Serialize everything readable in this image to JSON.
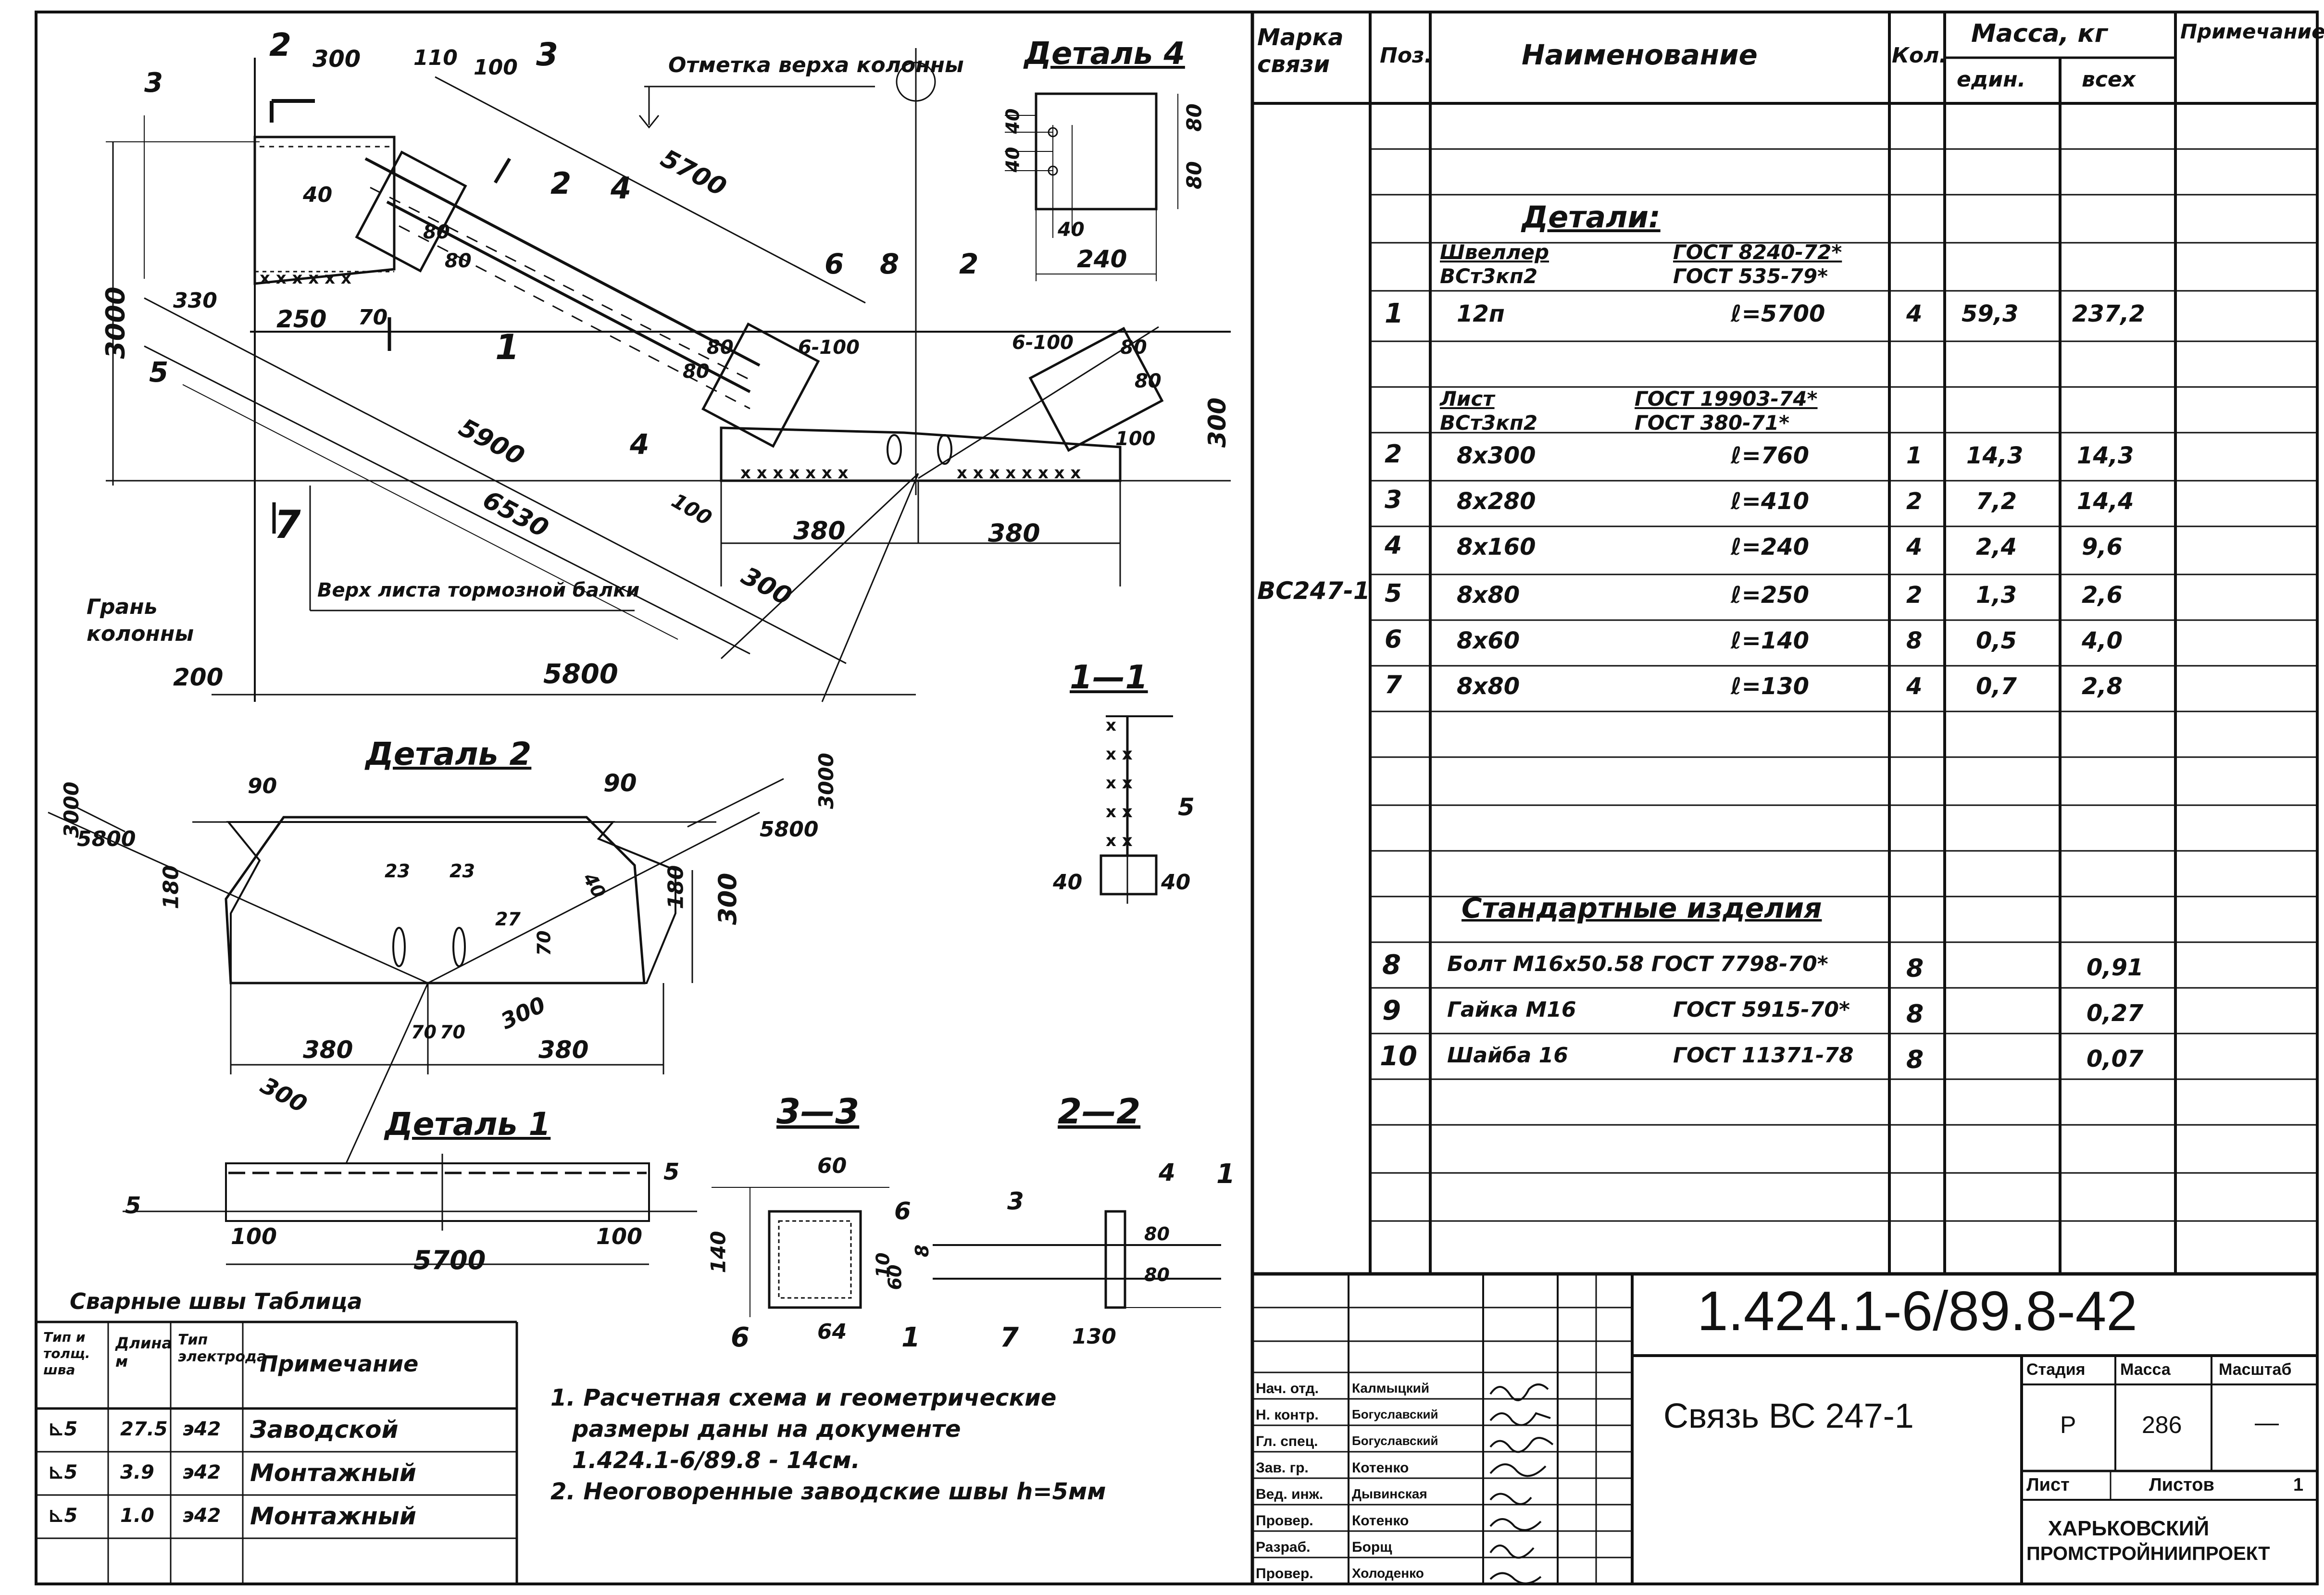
{
  "drawing": {
    "main_view": {
      "callouts": {
        "c3": "3",
        "c21": "2",
        "c13": "3",
        "c12": "2",
        "c4": "4",
        "c6": "6",
        "c8": "8",
        "c2": "2",
        "c5": "5",
        "c1": "1",
        "c4b": "4",
        "c1b": "1",
        "c7": "7"
      },
      "dims": {
        "d300": "300",
        "d110": "110",
        "d100": "100",
        "d5700": "5700",
        "d3000": "3000",
        "d330": "330",
        "d250": "250",
        "d70": "70",
        "d40": "40",
        "d80a": "80",
        "d80b": "80",
        "d80c": "80",
        "d80d": "80",
        "d5900": "5900",
        "d6530": "6530",
        "d300b": "300",
        "d380a": "380",
        "d380b": "380",
        "d100b": "100",
        "d5800": "5800",
        "d200": "200",
        "d6100": "6-100",
        "d6100b": "6-100",
        "d300c": "300",
        "d80e": "80",
        "d80f": "80",
        "d100c": "100"
      },
      "labels": {
        "top_of_column": "Отметка верха колонны",
        "column_face": "Грань колонны",
        "brake_beam": "Верх листа тормозной балки"
      }
    },
    "detail4": {
      "title": "Деталь 4",
      "d40a": "40",
      "d40b": "40",
      "d40c": "40",
      "d80a": "80",
      "d80b": "80",
      "d240": "240"
    },
    "detail2": {
      "title": "Деталь 2",
      "d90a": "90",
      "d90b": "90",
      "d3000a": "3000",
      "d3000b": "3000",
      "d5800a": "5800",
      "d5800b": "5800",
      "d180a": "180",
      "d180b": "180",
      "d300": "300",
      "d23a": "23",
      "d23b": "23",
      "d27": "27",
      "d40": "40",
      "d70": "70",
      "d70a": "70",
      "d70b": "70",
      "d300b": "300",
      "d380a": "380",
      "d380b": "380",
      "d300c": "300"
    },
    "section11": {
      "title": "1—1",
      "d40a": "40",
      "d40b": "40",
      "c5": "5"
    },
    "detail1": {
      "title": "Деталь 1",
      "d5a": "5",
      "d5b": "5",
      "d100a": "100",
      "d100b": "100",
      "d5700": "5700"
    },
    "section33": {
      "title": "3—3",
      "d60": "60",
      "d140": "140",
      "d10": "10",
      "d60b": "60",
      "d8": "8",
      "d64": "64",
      "c6a": "6",
      "c6b": "6",
      "c1": "1"
    },
    "section22": {
      "title": "2—2",
      "c3": "3",
      "c4": "4",
      "c1": "1",
      "c7": "7",
      "d80a": "80",
      "d80b": "80",
      "d130": "130"
    }
  },
  "welds": {
    "title": "Сварные швы     Таблица",
    "headers": [
      "Тип и толщ. шва",
      "Длина м",
      "Тип электрода",
      "Примечание"
    ],
    "rows": [
      {
        "type": "⊾5",
        "len": "27.5",
        "el": "э42",
        "note": "Заводской"
      },
      {
        "type": "⊾5",
        "len": "3.9",
        "el": "э42",
        "note": "Монтажный"
      },
      {
        "type": "⊾5",
        "len": "1.0",
        "el": "э42",
        "note": "Монтажный"
      }
    ]
  },
  "notes": [
    "1. Расчетная схема и геометрические",
    "размеры даны на документе",
    "1.424.1-6/89.8 - 14см.",
    "2. Неоговоренные заводские швы h=5мм"
  ],
  "spec": {
    "headers": {
      "mark": "Марка связи",
      "pos": "Поз.",
      "name": "Наименование",
      "qty": "Кол.",
      "mass": "Масса, кг",
      "unit": "един.",
      "all": "всех",
      "note": "Примечание"
    },
    "mark": "ВС247-1",
    "details_heading": "Детали:",
    "channel_a": "Швеллер",
    "channel_a_std": "ГОСТ 8240-72*",
    "channel_b": "ВСт3кп2",
    "channel_b_std": "ГОСТ 535-79*",
    "sheet_a": "Лист",
    "sheet_a_std": "ГОСТ 19903-74*",
    "sheet_b": "ВСт3кп2",
    "sheet_b_std": "ГОСТ 380-71*",
    "std_heading": "Стандартные изделия",
    "rows": [
      {
        "pos": "1",
        "name": "12п",
        "len": "ℓ=5700",
        "qty": "4",
        "unit": "59,3",
        "all": "237,2"
      },
      {
        "pos": "2",
        "name": "8х300",
        "len": "ℓ=760",
        "qty": "1",
        "unit": "14,3",
        "all": "14,3"
      },
      {
        "pos": "3",
        "name": "8х280",
        "len": "ℓ=410",
        "qty": "2",
        "unit": "7,2",
        "all": "14,4"
      },
      {
        "pos": "4",
        "name": "8х160",
        "len": "ℓ=240",
        "qty": "4",
        "unit": "2,4",
        "all": "9,6"
      },
      {
        "pos": "5",
        "name": "8х80",
        "len": "ℓ=250",
        "qty": "2",
        "unit": "1,3",
        "all": "2,6"
      },
      {
        "pos": "6",
        "name": "8х60",
        "len": "ℓ=140",
        "qty": "8",
        "unit": "0,5",
        "all": "4,0"
      },
      {
        "pos": "7",
        "name": "8х80",
        "len": "ℓ=130",
        "qty": "4",
        "unit": "0,7",
        "all": "2,8"
      },
      {
        "pos": "8",
        "name": "Болт  М16х50.58 ГОСТ 7798-70*",
        "len": "",
        "qty": "8",
        "unit": "",
        "all": "0,91"
      },
      {
        "pos": "9",
        "name": "Гайка М16",
        "len": "ГОСТ 5915-70*",
        "qty": "8",
        "unit": "",
        "all": "0,27"
      },
      {
        "pos": "10",
        "name": "Шайба 16",
        "len": "ГОСТ 11371-78",
        "qty": "8",
        "unit": "",
        "all": "0,07"
      }
    ]
  },
  "titleblock": {
    "doc_number": "1.424.1-6/89.8-42",
    "name": "Связь ВС 247-1",
    "stage_label": "Стадия",
    "mass_label": "Масса",
    "scale_label": "Масштаб",
    "stage": "Р",
    "mass": "286",
    "scale": "—",
    "sheet_label": "Лист",
    "sheets_label": "Листов",
    "sheets": "1",
    "org1": "ХАРЬКОВСКИЙ",
    "org2": "ПРОМСТРОЙНИИПРОЕКТ",
    "staff": [
      {
        "role": "Нач. отд.",
        "name": "Калмыцкий"
      },
      {
        "role": "Н. контр.",
        "name": "Богуславский"
      },
      {
        "role": "Гл. спец.",
        "name": "Богуславский"
      },
      {
        "role": "Зав. гр.",
        "name": "Котенко"
      },
      {
        "role": "Вед. инж.",
        "name": "Дывинская"
      },
      {
        "role": "Провер.",
        "name": "Котенко"
      },
      {
        "role": "Разраб.",
        "name": "Борщ"
      },
      {
        "role": "Провер.",
        "name": "Холоденко"
      }
    ]
  }
}
